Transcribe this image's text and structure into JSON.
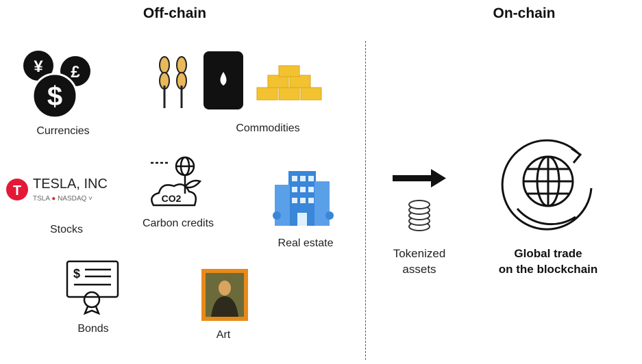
{
  "headers": {
    "offchain": "Off-chain",
    "onchain": "On-chain"
  },
  "assets": {
    "currencies": "Currencies",
    "commodities": "Commodities",
    "stocks": "Stocks",
    "carbon": "Carbon credits",
    "real_estate": "Real estate",
    "bonds": "Bonds",
    "art": "Art"
  },
  "stock_card": {
    "name": "TESLA, INC",
    "ticker": "TSLA",
    "exchange": "NASDAQ"
  },
  "carbon_icon_text": "CO2",
  "tokenized": {
    "line1": "Tokenized",
    "line2": "assets"
  },
  "global": {
    "line1": "Global trade",
    "line2": "on the blockchain"
  },
  "colors": {
    "tesla_red": "#e31937",
    "gold": "#f2c230",
    "building_blue": "#3a86d8",
    "frame_orange": "#e88a1a"
  }
}
